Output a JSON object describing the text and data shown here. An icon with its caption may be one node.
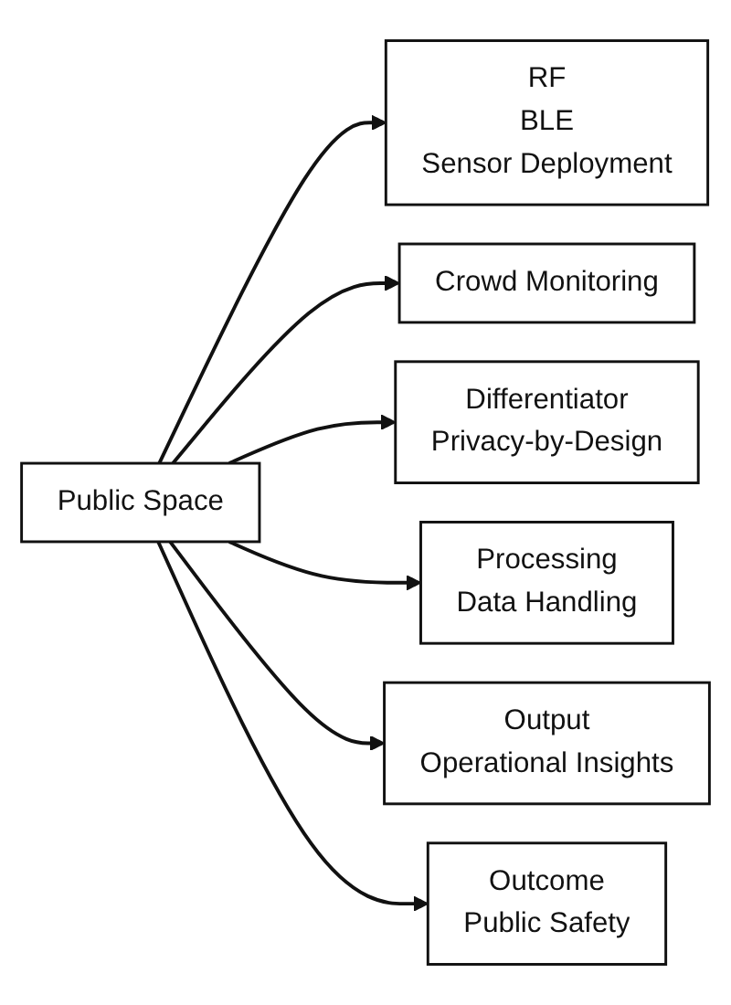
{
  "diagram": {
    "nodes": [
      {
        "text": [
          "Public Space"
        ]
      },
      {
        "text": [
          "RF",
          "BLE",
          "Sensor Deployment"
        ]
      },
      {
        "text": [
          "Crowd Monitoring"
        ]
      },
      {
        "text": [
          "Differentiator",
          "Privacy-by-Design"
        ]
      },
      {
        "text": [
          "Processing",
          "Data Handling"
        ]
      },
      {
        "text": [
          "Output",
          "Operational Insights"
        ]
      },
      {
        "text": [
          "Outcome",
          "Public Safety"
        ]
      }
    ],
    "edges": [
      {
        "from": 0,
        "to": 1,
        "arrow": "to"
      },
      {
        "from": 0,
        "to": 2,
        "arrow": "to"
      },
      {
        "from": 0,
        "to": 3,
        "arrow": "to"
      },
      {
        "from": 0,
        "to": 4,
        "arrow": "to"
      },
      {
        "from": 0,
        "to": 5,
        "arrow": "to"
      },
      {
        "from": 0,
        "to": 6,
        "arrow": "to"
      }
    ]
  }
}
